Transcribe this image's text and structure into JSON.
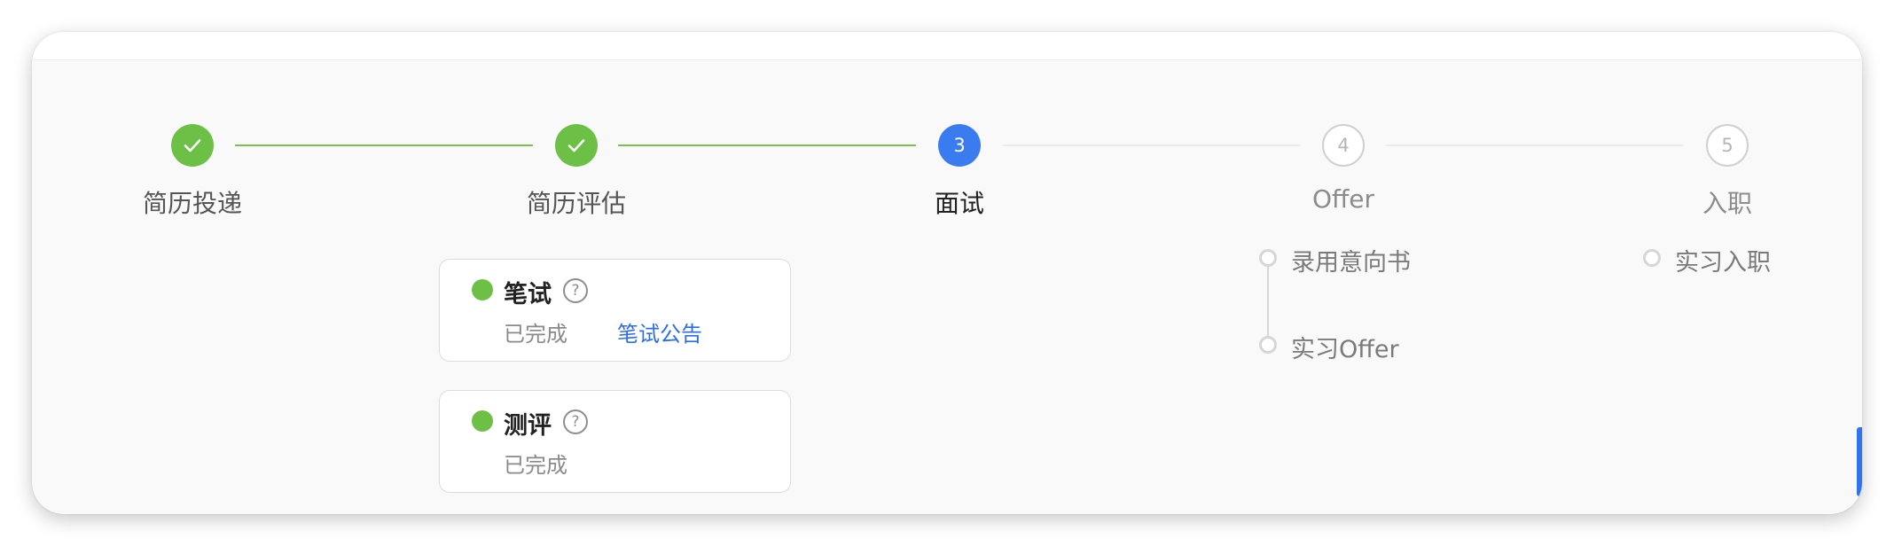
{
  "steps": [
    {
      "label": "简历投递",
      "state": "done",
      "icon": "check-icon"
    },
    {
      "label": "简历评估",
      "state": "done",
      "icon": "check-icon"
    },
    {
      "label": "面试",
      "state": "active",
      "number": "3"
    },
    {
      "label": "Offer",
      "state": "pending",
      "number": "4"
    },
    {
      "label": "入职",
      "state": "pending",
      "number": "5"
    }
  ],
  "interview": {
    "cards": [
      {
        "title": "笔试",
        "status": "已完成",
        "link": "笔试公告",
        "help_icon": "question-circle-icon"
      },
      {
        "title": "测评",
        "status": "已完成",
        "help_icon": "question-circle-icon"
      }
    ]
  },
  "offer": {
    "items": [
      {
        "label": "录用意向书"
      },
      {
        "label": "实习Offer"
      }
    ]
  },
  "onboarding": {
    "items": [
      {
        "label": "实习入职"
      }
    ]
  },
  "help_glyph": "?",
  "colors": {
    "done": "#6cc045",
    "active": "#3a7bf0",
    "pending": "#d0d0d0",
    "link": "#2d6de8"
  }
}
